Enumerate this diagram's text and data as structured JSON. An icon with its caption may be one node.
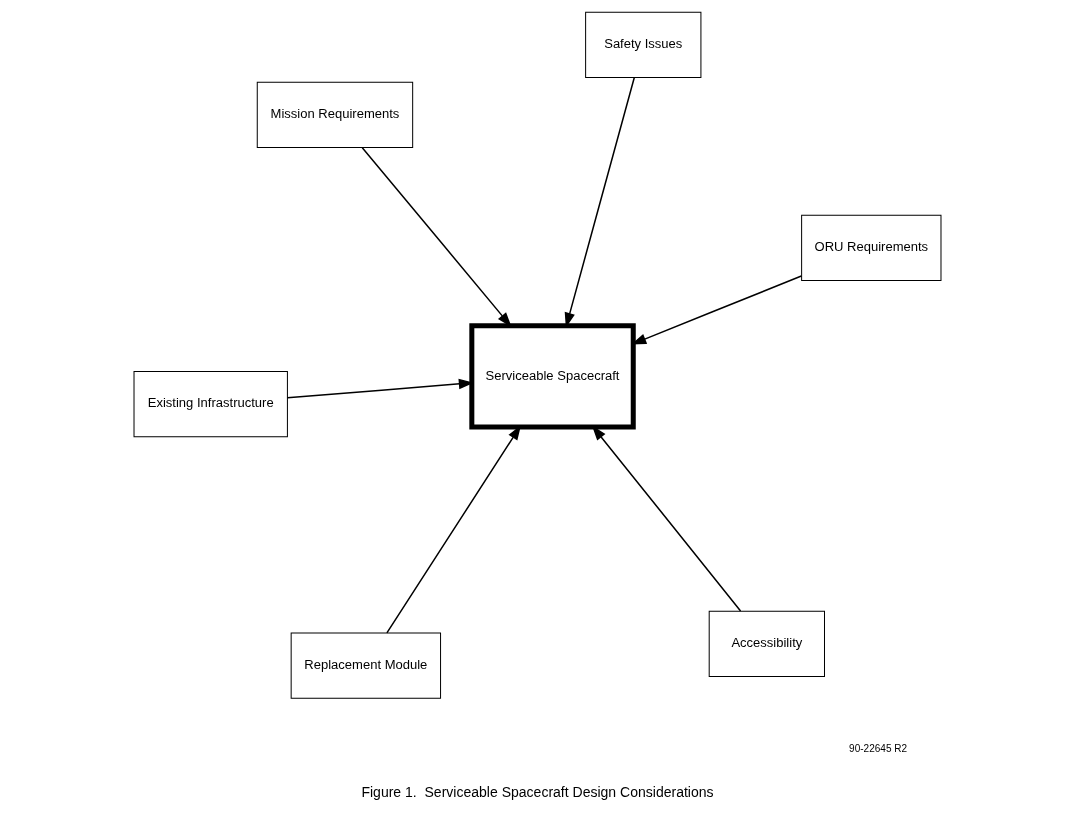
{
  "diagram": {
    "caption": "Figure 1.  Serviceable Spacecraft Design Considerations",
    "nodes": [
      {
        "text": [
          "Mission Requirements"
        ]
      },
      {
        "text": [
          "ORU Requirements"
        ]
      },
      {
        "text": [
          "Accessibility"
        ]
      },
      {
        "text": [
          "Serviceable Spacecraft"
        ]
      },
      {
        "text": [
          "Safety Issues"
        ]
      },
      {
        "text": [
          "Existing Infrastructure"
        ]
      },
      {
        "text": [
          "Replacement Module"
        ]
      }
    ],
    "edges": [
      {
        "from": 0,
        "to": 3,
        "arrow": "to"
      },
      {
        "from": 1,
        "to": 3,
        "arrow": "to"
      },
      {
        "from": 2,
        "to": 3,
        "arrow": "to"
      },
      {
        "from": 4,
        "to": 3,
        "arrow": "to"
      },
      {
        "from": 5,
        "to": 3,
        "arrow": "to"
      },
      {
        "from": 6,
        "to": 3,
        "arrow": "to"
      }
    ],
    "labels": [
      "90-22645 R2"
    ]
  }
}
